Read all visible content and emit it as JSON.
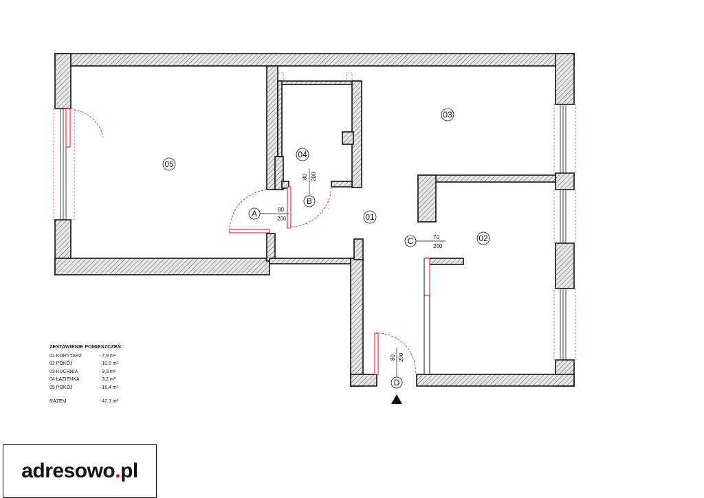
{
  "rooms": [
    {
      "id": "01",
      "label": "01"
    },
    {
      "id": "02",
      "label": "02"
    },
    {
      "id": "03",
      "label": "03"
    },
    {
      "id": "04",
      "label": "04"
    },
    {
      "id": "05",
      "label": "05"
    }
  ],
  "doors": [
    {
      "id": "A",
      "label": "A",
      "width": "80",
      "height": "200"
    },
    {
      "id": "B",
      "label": "B",
      "width": "80",
      "height": "200"
    },
    {
      "id": "C",
      "label": "C",
      "width": "70",
      "height": "200"
    },
    {
      "id": "D",
      "label": "D",
      "width": "80",
      "height": "200"
    }
  ],
  "summary": {
    "title": "ZESTAWIENIE POMIESZCZEŃ:",
    "rows": [
      {
        "name": "01 KORYTARZ",
        "area": "- 7,9 m²"
      },
      {
        "name": "02 POKÓJ",
        "area": "- 10,5 m²"
      },
      {
        "name": "03 KUCHNIA",
        "area": "- 9,3 m²"
      },
      {
        "name": "04 ŁAZIENKA",
        "area": "- 3,2 m²"
      },
      {
        "name": "05 POKÓJ",
        "area": "- 16,4 m²"
      }
    ],
    "total_name": "RAZEM",
    "total_area": "- 47,3 m²"
  },
  "logo": {
    "text": "adresowo",
    "dot": ".",
    "tld": "pl"
  },
  "colors": {
    "wall_fill": "#d9d9d9",
    "wall_stroke": "#111111",
    "door_red": "#e30613"
  }
}
